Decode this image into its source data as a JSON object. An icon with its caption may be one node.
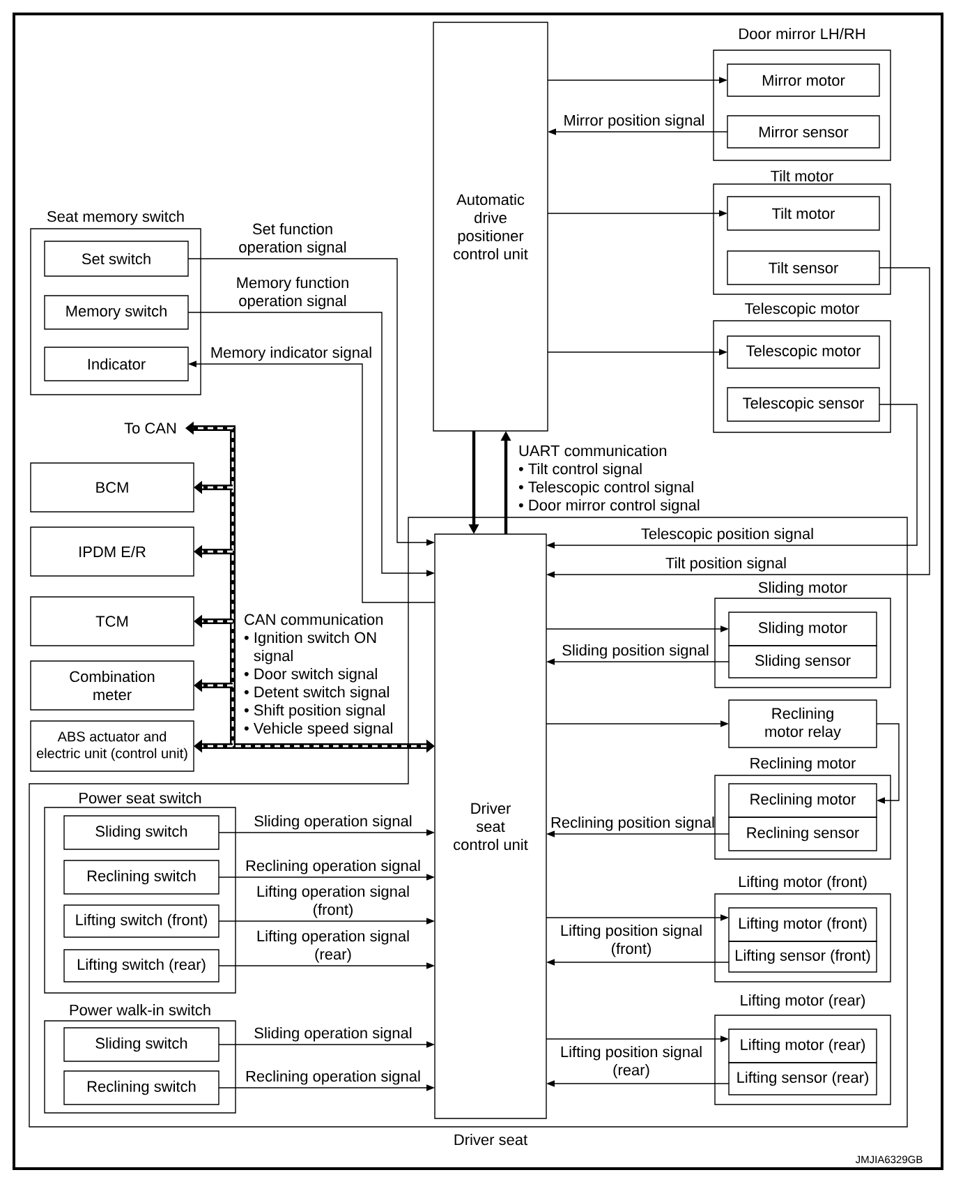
{
  "diagram": {
    "nodes": [
      {
        "text": [
          "Automatic drive positioner control unit"
        ]
      },
      {
        "text": [
          "Door mirror LH/RH"
        ]
      },
      {
        "text": [
          "Mirror motor"
        ],
        "in": 1
      },
      {
        "text": [
          "Mirror sensor"
        ],
        "in": 1
      },
      {
        "text": [
          "Tilt motor"
        ]
      },
      {
        "text": [
          "Tilt motor"
        ],
        "in": 4
      },
      {
        "text": [
          "Tilt sensor"
        ],
        "in": 4
      },
      {
        "text": [
          "Telescopic motor"
        ]
      },
      {
        "text": [
          "Telescopic motor"
        ],
        "in": 7
      },
      {
        "text": [
          "Telescopic sensor"
        ],
        "in": 7
      },
      {
        "text": [
          "Seat memory switch"
        ]
      },
      {
        "text": [
          "Set switch"
        ],
        "in": 10
      },
      {
        "text": [
          "Memory switch"
        ],
        "in": 10
      },
      {
        "text": [
          "Indicator"
        ],
        "in": 10
      },
      {
        "text": [
          "To CAN"
        ]
      },
      {
        "text": [
          "BCM"
        ]
      },
      {
        "text": [
          "IPDM E/R"
        ]
      },
      {
        "text": [
          "TCM"
        ]
      },
      {
        "text": [
          "Combination meter"
        ]
      },
      {
        "text": [
          "ABS actuator and electric unit (control unit)"
        ]
      },
      {
        "text": [
          "Driver seat"
        ]
      },
      {
        "text": [
          "Driver seat control unit"
        ],
        "in": 20
      },
      {
        "text": [
          "Power seat switch"
        ],
        "in": 20
      },
      {
        "text": [
          "Sliding switch"
        ],
        "in": 22
      },
      {
        "text": [
          "Reclining switch"
        ],
        "in": 22
      },
      {
        "text": [
          "Lifting switch (front)"
        ],
        "in": 22
      },
      {
        "text": [
          "Lifting switch (rear)"
        ],
        "in": 22
      },
      {
        "text": [
          "Power walk-in switch"
        ],
        "in": 20
      },
      {
        "text": [
          "Sliding switch"
        ],
        "in": 27
      },
      {
        "text": [
          "Reclining switch"
        ],
        "in": 27
      },
      {
        "text": [
          "Sliding motor"
        ],
        "in": 20
      },
      {
        "text": [
          "Sliding motor"
        ],
        "in": 30
      },
      {
        "text": [
          "Sliding sensor"
        ],
        "in": 30
      },
      {
        "text": [
          "Reclining motor relay"
        ],
        "in": 20
      },
      {
        "text": [
          "Reclining motor"
        ],
        "in": 20
      },
      {
        "text": [
          "Reclining motor"
        ],
        "in": 34
      },
      {
        "text": [
          "Reclining sensor"
        ],
        "in": 34
      },
      {
        "text": [
          "Lifting motor (front)"
        ],
        "in": 20
      },
      {
        "text": [
          "Lifting motor (front)"
        ],
        "in": 37
      },
      {
        "text": [
          "Lifting sensor (front)"
        ],
        "in": 37
      },
      {
        "text": [
          "Lifting motor (rear)"
        ],
        "in": 20
      },
      {
        "text": [
          "Lifting motor (rear)"
        ],
        "in": 40
      },
      {
        "text": [
          "Lifting sensor (rear)"
        ],
        "in": 40
      }
    ],
    "edges": [
      {
        "from": 0,
        "to": 2,
        "arrow": "to"
      },
      {
        "from": 3,
        "to": 0,
        "arrow": "to",
        "label": "Mirror position signal"
      },
      {
        "from": 0,
        "to": 5,
        "arrow": "to"
      },
      {
        "from": 0,
        "to": 8,
        "arrow": "to"
      },
      {
        "from": 11,
        "to": 21,
        "arrow": "to",
        "label": "Set function operation signal"
      },
      {
        "from": 12,
        "to": 21,
        "arrow": "to",
        "label": "Memory function operation signal"
      },
      {
        "from": 21,
        "to": 13,
        "arrow": "to",
        "label": "Memory indicator signal"
      },
      {
        "from": 21,
        "to": 14,
        "arrow": "both",
        "style": "thick"
      },
      {
        "from": 21,
        "to": 15,
        "arrow": "both",
        "style": "thick"
      },
      {
        "from": 21,
        "to": 16,
        "arrow": "both",
        "style": "thick"
      },
      {
        "from": 21,
        "to": 17,
        "arrow": "both",
        "style": "thick"
      },
      {
        "from": 21,
        "to": 18,
        "arrow": "both",
        "style": "thick"
      },
      {
        "from": 21,
        "to": 19,
        "arrow": "both",
        "style": "thick",
        "label": "CAN communication • Ignition switch ON signal • Door switch signal • Detent switch signal • Shift position signal • Vehicle speed signal"
      },
      {
        "from": 0,
        "to": 21,
        "arrow": "to",
        "style": "thick"
      },
      {
        "from": 21,
        "to": 0,
        "arrow": "to",
        "style": "thick",
        "label": "UART communication • Tilt control signal • Telescopic control signal • Door mirror control signal"
      },
      {
        "from": 9,
        "to": 21,
        "arrow": "to",
        "label": "Telescopic position signal"
      },
      {
        "from": 6,
        "to": 21,
        "arrow": "to",
        "label": "Tilt position signal"
      },
      {
        "from": 21,
        "to": 31,
        "arrow": "to"
      },
      {
        "from": 32,
        "to": 21,
        "arrow": "to",
        "label": "Sliding position signal"
      },
      {
        "from": 21,
        "to": 33,
        "arrow": "to"
      },
      {
        "from": 33,
        "to": 35,
        "arrow": "to"
      },
      {
        "from": 36,
        "to": 21,
        "arrow": "to",
        "label": "Reclining position signal"
      },
      {
        "from": 21,
        "to": 38,
        "arrow": "to"
      },
      {
        "from": 39,
        "to": 21,
        "arrow": "to",
        "label": "Lifting position signal (front)"
      },
      {
        "from": 21,
        "to": 41,
        "arrow": "to"
      },
      {
        "from": 42,
        "to": 21,
        "arrow": "to",
        "label": "Lifting position signal (rear)"
      },
      {
        "from": 23,
        "to": 21,
        "arrow": "to",
        "label": "Sliding operation signal"
      },
      {
        "from": 24,
        "to": 21,
        "arrow": "to",
        "label": "Reclining operation signal"
      },
      {
        "from": 25,
        "to": 21,
        "arrow": "to",
        "label": "Lifting operation signal (front)"
      },
      {
        "from": 26,
        "to": 21,
        "arrow": "to",
        "label": "Lifting operation signal (rear)"
      },
      {
        "from": 28,
        "to": 21,
        "arrow": "to",
        "label": "Sliding operation signal"
      },
      {
        "from": 29,
        "to": 21,
        "arrow": "to",
        "label": "Reclining operation signal"
      }
    ],
    "labels": [
      "JMJIA6329GB"
    ]
  }
}
